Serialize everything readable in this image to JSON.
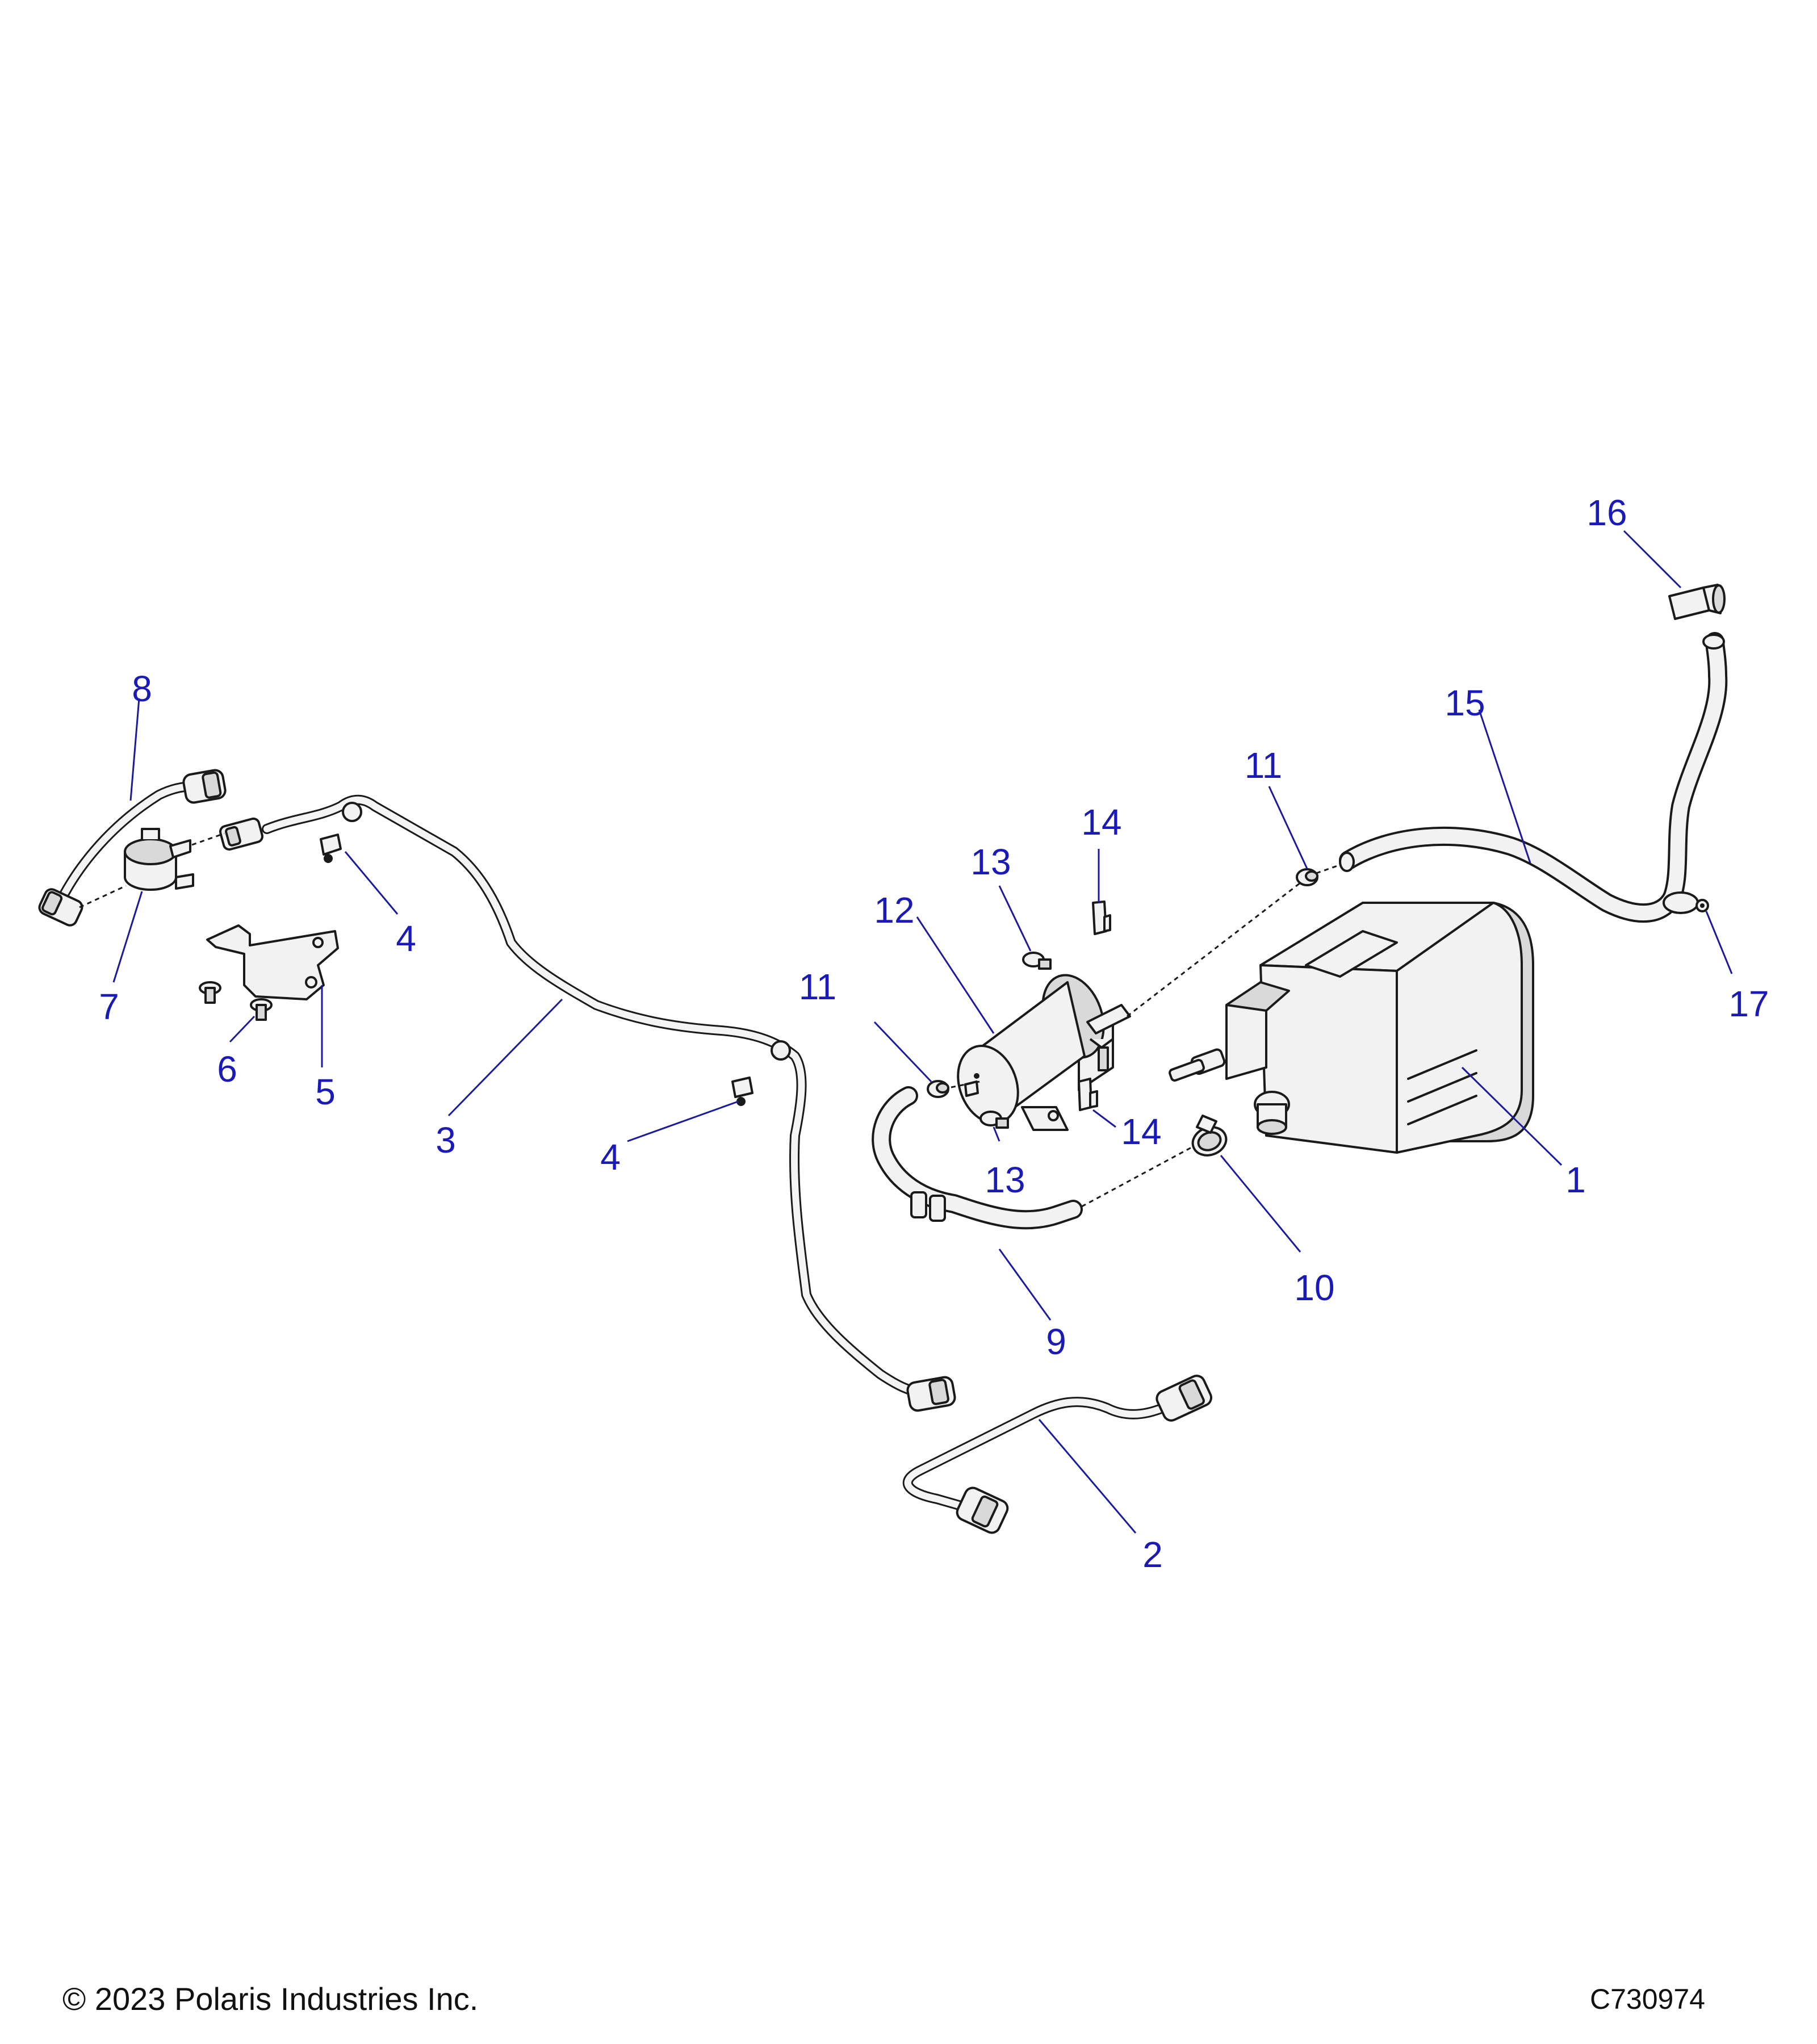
{
  "callouts": {
    "c1": "1",
    "c2": "2",
    "c3": "3",
    "c4a": "4",
    "c4b": "4",
    "c5": "5",
    "c6": "6",
    "c7": "7",
    "c8": "8",
    "c9": "9",
    "c10": "10",
    "c11a": "11",
    "c11b": "11",
    "c12": "12",
    "c13a": "13",
    "c13b": "13",
    "c14a": "14",
    "c14b": "14",
    "c15": "15",
    "c16": "16",
    "c17": "17"
  },
  "footer": {
    "copyright": "© 2023 Polaris Industries Inc.",
    "figure_id": "C730974"
  },
  "colors": {
    "callout": "#1a1ab8",
    "leader": "#1a1a9e",
    "line_art": "#1a1a1a"
  }
}
